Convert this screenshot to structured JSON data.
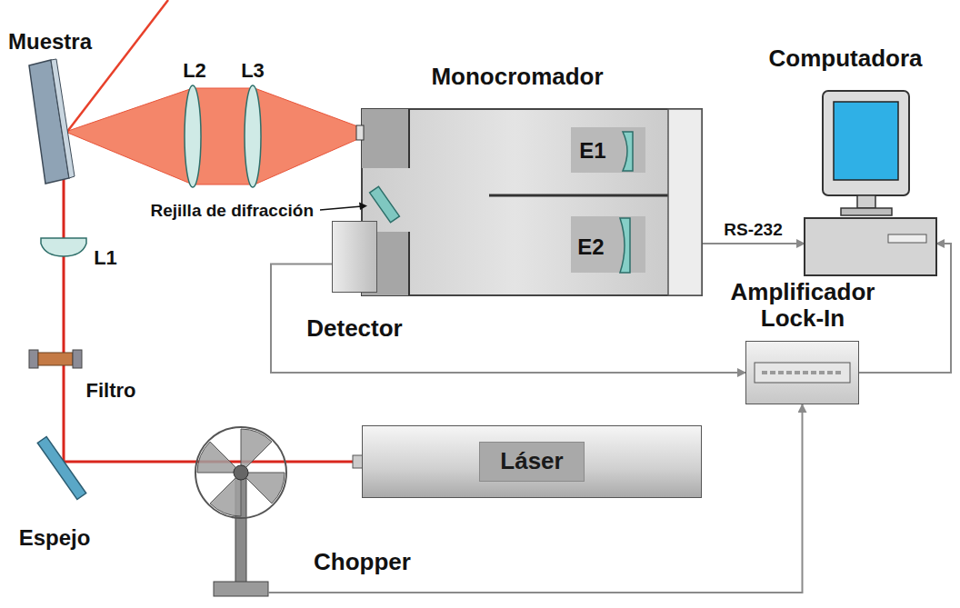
{
  "diagram": {
    "nodes": [
      {
        "text": [
          "Monocromador"
        ]
      },
      {
        "text": [
          "Computadora"
        ]
      },
      {
        "text": [
          "Detector"
        ]
      },
      {
        "text": [
          "Amplificador Lock-In"
        ]
      },
      {
        "text": [
          "Láser"
        ]
      },
      {
        "text": [
          "Chopper"
        ]
      }
    ],
    "edges": [
      {
        "from": 2,
        "to": 3,
        "arrow": "to"
      },
      {
        "from": 5,
        "to": 3,
        "arrow": "to"
      },
      {
        "from": 0,
        "to": 1,
        "label": "RS-232",
        "arrow": "to"
      },
      {
        "from": 3,
        "to": 1,
        "arrow": "to"
      }
    ],
    "labels": [
      "Muestra",
      "L2",
      "L3",
      "E1",
      "Rejilla de difracción",
      "L1",
      "E2",
      "Filtro",
      "Espejo"
    ]
  }
}
